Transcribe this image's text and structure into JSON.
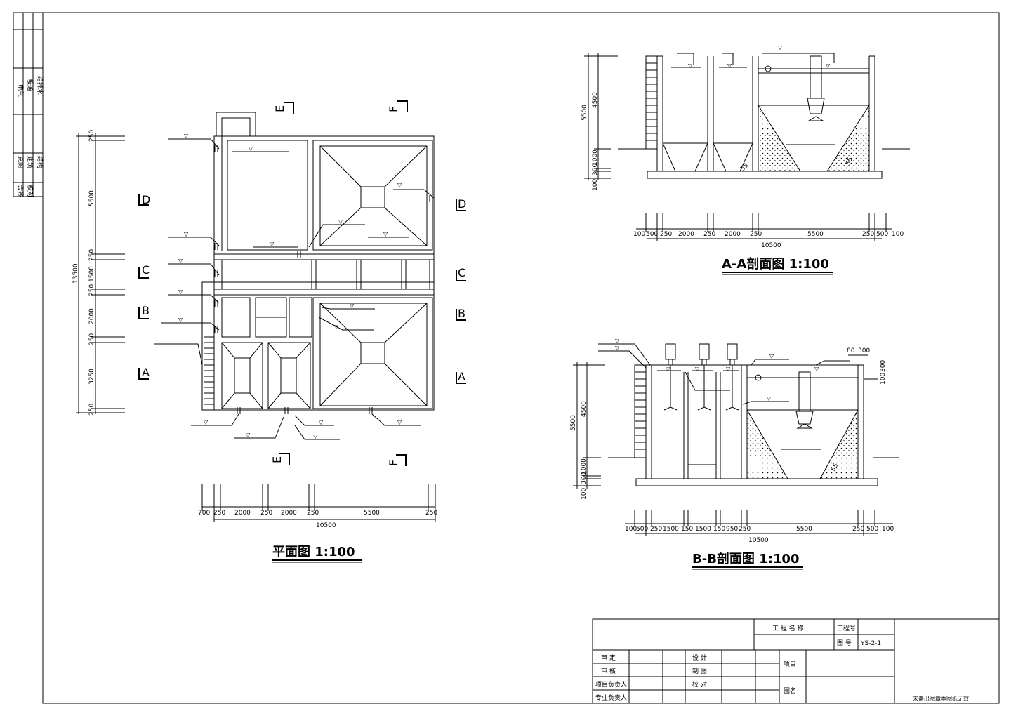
{
  "side_block": {
    "col1": [
      "电气",
      "暖通",
      "给排水",
      "会签"
    ],
    "col2": [
      "总图",
      "建筑",
      "结构",
      "校对"
    ]
  },
  "plan": {
    "title": "平面图 1:100",
    "section_marks": [
      "A",
      "B",
      "C",
      "D",
      "E",
      "F"
    ],
    "left_dims": [
      "250",
      "5500",
      "250",
      "1500",
      "250",
      "2000",
      "250",
      "3250",
      "250"
    ],
    "total_height": "13500",
    "bottom_dims": [
      "700",
      "250",
      "2000",
      "250",
      "2000",
      "250",
      "5500",
      "250"
    ],
    "total_width": "10500"
  },
  "section_aa": {
    "title": "A-A剖面图 1:100",
    "height_dims": [
      "5500",
      "4500",
      "1000",
      "300",
      "100"
    ],
    "bottom_dims": [
      "100",
      "500",
      "250",
      "2000",
      "250",
      "2000",
      "250",
      "5500",
      "250",
      "500",
      "100"
    ],
    "total_width": "10500",
    "angle_labels": [
      "55",
      "55"
    ]
  },
  "section_bb": {
    "title": "B-B剖面图 1:100",
    "height_dims": [
      "5500",
      "4500",
      "1000",
      "300",
      "100"
    ],
    "top_dims": [
      "80",
      "300",
      "100",
      "300"
    ],
    "bottom_dims": [
      "100",
      "500",
      "250",
      "1500",
      "150",
      "1500",
      "150",
      "950",
      "250",
      "5500",
      "250",
      "500",
      "100"
    ],
    "total_width": "10500",
    "angle_labels": [
      "55"
    ]
  },
  "title_block": {
    "project_name_label": "工 程 名 称",
    "project_no_label": "工程号",
    "drawing_no_label": "图 号",
    "drawing_no": "YS-2-1",
    "rows_left": [
      "审 定",
      "审 核",
      "项目负责人",
      "专业负责人"
    ],
    "rows_mid": [
      "设 计",
      "制 图",
      "校 对"
    ],
    "item_label": "项目",
    "drawing_name_label": "图名",
    "note": "未盖出图章本图纸无效"
  }
}
